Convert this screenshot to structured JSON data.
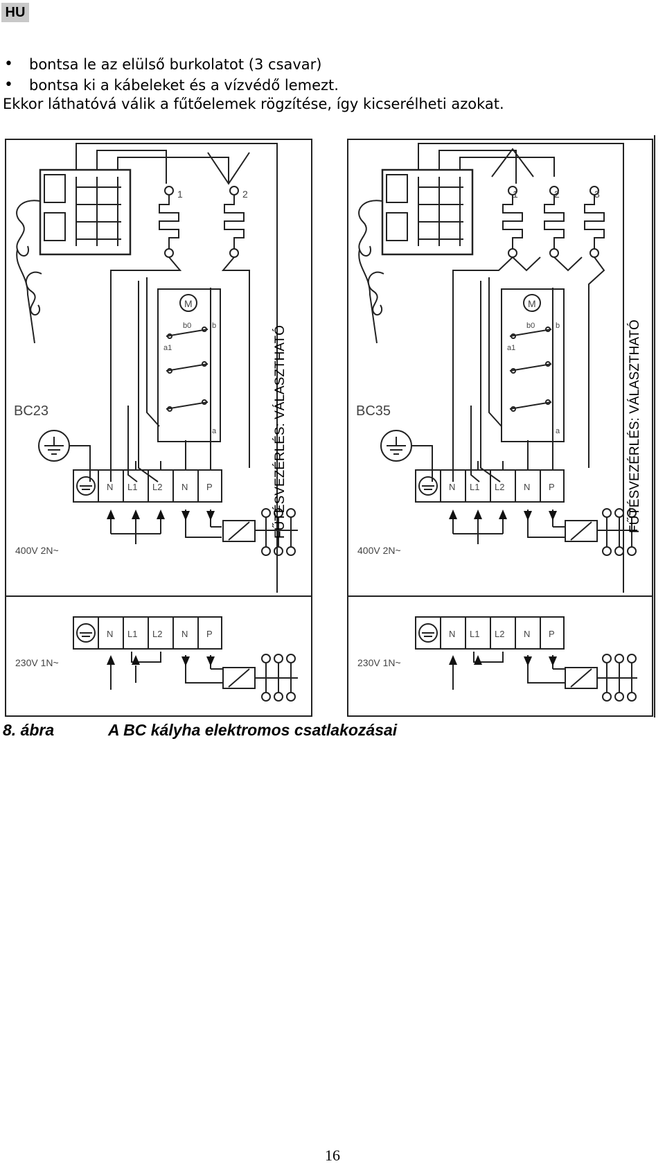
{
  "header": {
    "language_badge": "HU"
  },
  "steps": [
    "bontsa le az elülső burkolatot (3 csavar)",
    "bontsa ki a kábeleket és a vízvédő lemezt."
  ],
  "paragraph": "Ekkor láthatóvá válik a fűtőelemek rögzítése, így kicserélheti azokat.",
  "diagram": {
    "left_model": "BC23",
    "right_model": "BC35",
    "heater_numbers_left": [
      "1",
      "2"
    ],
    "heater_numbers_right": [
      "1",
      "2",
      "3"
    ],
    "side_note": "FŰTÉSVEZÉRLÉS: VÁLASZTHATÓ",
    "motor_symbol": "M",
    "terminals_upper": [
      "N",
      "L1",
      "L2",
      "N",
      "P"
    ],
    "terminals_lower": [
      "N",
      "L1",
      "L2",
      "N",
      "P"
    ],
    "supply_upper": "400V 2N~",
    "supply_lower": "230V 1N~",
    "contact_labels": [
      "b0",
      "a1",
      "b",
      "a"
    ]
  },
  "caption": {
    "number": "8. ábra",
    "text": "A BC kályha elektromos csatlakozásai"
  },
  "page_number": "16"
}
